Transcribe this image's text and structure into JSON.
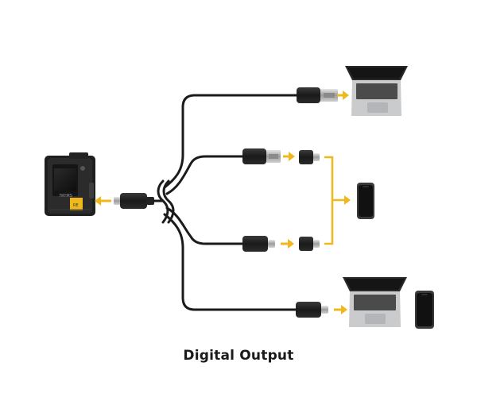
{
  "caption": "Digital Output",
  "device": {
    "brand_mark": "7RYMS",
    "badge": "RE"
  },
  "colors": {
    "accent": "#f0b81c",
    "cable": "#1b1b1b",
    "device_body": "#262626",
    "laptop_body": "#c9cbcd",
    "laptop_keys": "#4b4b4b",
    "phone_body": "#3a3a3a"
  },
  "icons": [
    "recorder-device",
    "usb-c-plug",
    "usb-a-plug",
    "lightning-adapter",
    "laptop",
    "smartphone",
    "arrow-icon"
  ]
}
